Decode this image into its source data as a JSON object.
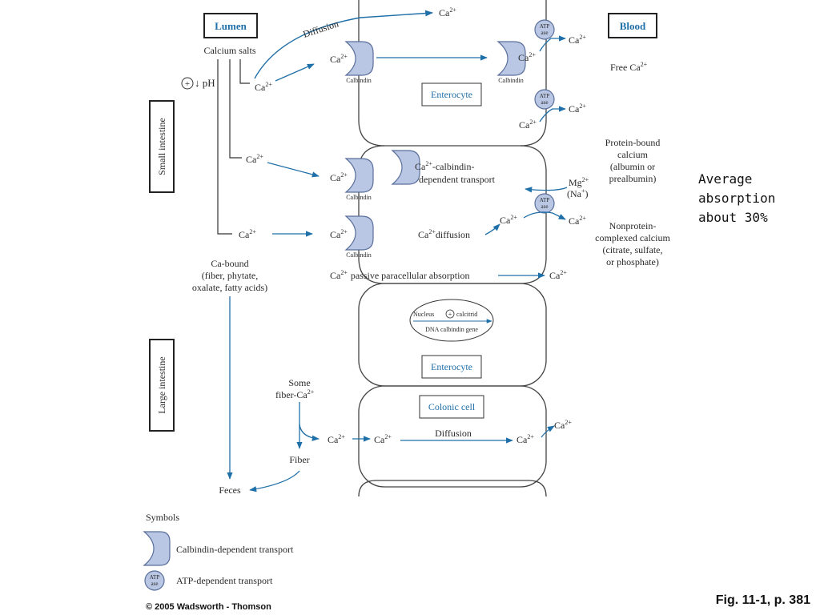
{
  "labels": {
    "lumen": "Lumen",
    "blood": "Blood",
    "small_intestine": "Small intestine",
    "large_intestine": "Large intestine",
    "calcium_salts": "Calcium salts",
    "ph_effect": "↓ pH",
    "ca": "Ca",
    "ca_sup": "2+",
    "diffusion": "Diffusion",
    "calbindin": "Calbindin",
    "enterocyte": "Enterocyte",
    "colonic_cell": "Colonic cell",
    "atp": "ATP",
    "ase": "ase",
    "free_ca": "Free Ca",
    "protein_bound": [
      "Protein-bound",
      "calcium",
      "(albumin or",
      "prealbumin)"
    ],
    "mg": "Mg",
    "na": "(Na",
    "nonprotein": [
      "Nonprotein-",
      "complexed calcium",
      "(citrate, sulfate,",
      "or phosphate)"
    ],
    "calbindin_transport_1": "-calbindin-",
    "calbindin_transport_2": "dependent transport",
    "ca_diffusion": "diffusion",
    "paracellular": "passive paracellular absorption",
    "ca_bound": [
      "Ca-bound",
      "(fiber, phytate,",
      "oxalate, fatty acids)"
    ],
    "nucleus": "Nucleus",
    "calcitriol": "calcitrid",
    "dna_gene": "DNA calbindin gene",
    "some_fiber": "Some",
    "fiber_ca": "fiber-Ca",
    "fiber": "Fiber",
    "feces": "Feces"
  },
  "symbols": {
    "title": "Symbols",
    "calbindin_dependent": "Calbindin-dependent transport",
    "atp_dependent": "ATP-dependent transport"
  },
  "annotation": [
    "Average",
    "absorption",
    "about 30%"
  ],
  "figure_ref": "Fig. 11-1, p. 381",
  "copyright": "© 2005 Wadsworth - Thomson",
  "colors": {
    "accent": "#1f6fa8",
    "shape_fill": "#b9c7e4",
    "shape_stroke": "#5a6f9a"
  }
}
